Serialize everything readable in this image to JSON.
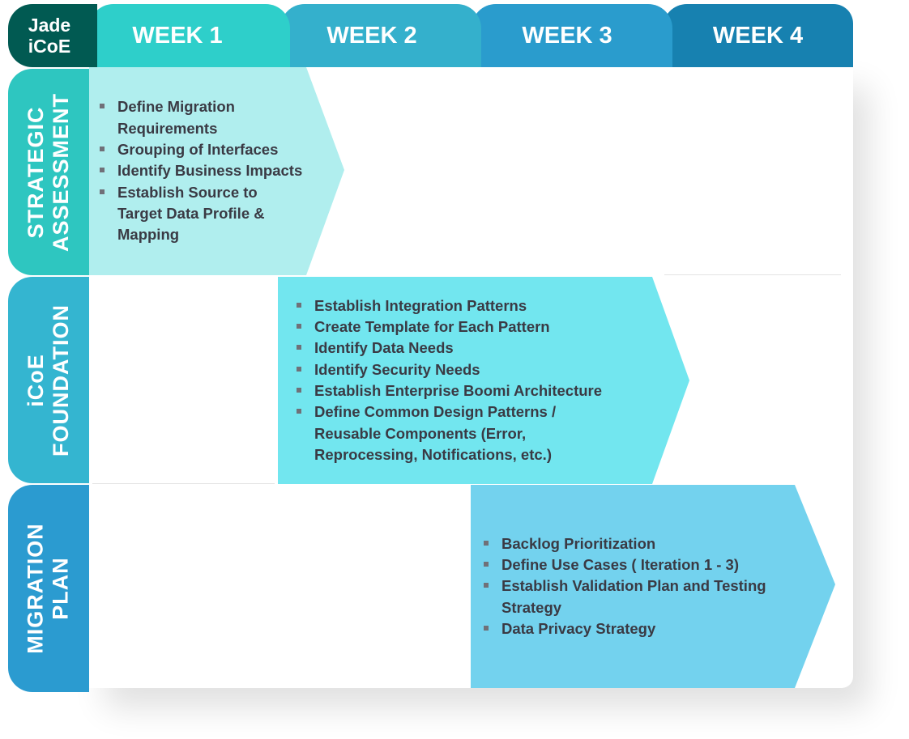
{
  "corner": {
    "line1": "Jade",
    "line2": "iCoE"
  },
  "weeks": [
    "WEEK 1",
    "WEEK 2",
    "WEEK 3",
    "WEEK 4"
  ],
  "rows": [
    {
      "label_line1": "STRATEGIC",
      "label_line2": "ASSESSMENT",
      "items": [
        "Define Migration Requirements",
        "Grouping of Interfaces",
        "Identify Business Impacts",
        "Establish Source to Target Data  Profile & Mapping"
      ]
    },
    {
      "label_line1": "iCoE",
      "label_line2": "FOUNDATION",
      "items": [
        "Establish Integration Patterns",
        "Create Template for Each Pattern",
        "Identify Data Needs",
        "Identify Security Needs",
        "Establish Enterprise Boomi Architecture",
        "Define Common Design Patterns / Reusable Components (Error, Reprocessing, Notifications, etc.)"
      ]
    },
    {
      "label_line1": "MIGRATION",
      "label_line2": "PLAN",
      "items": [
        "Backlog Prioritization",
        "Define Use Cases ( Iteration 1 - 3)",
        "Establish Validation Plan and Testing Strategy",
        "Data Privacy Strategy"
      ]
    }
  ],
  "colors": {
    "corner": "#015a52",
    "week1": "#2ecfca",
    "week2": "#34b0cc",
    "week3": "#2a9ccd",
    "week4": "#1781b0"
  }
}
